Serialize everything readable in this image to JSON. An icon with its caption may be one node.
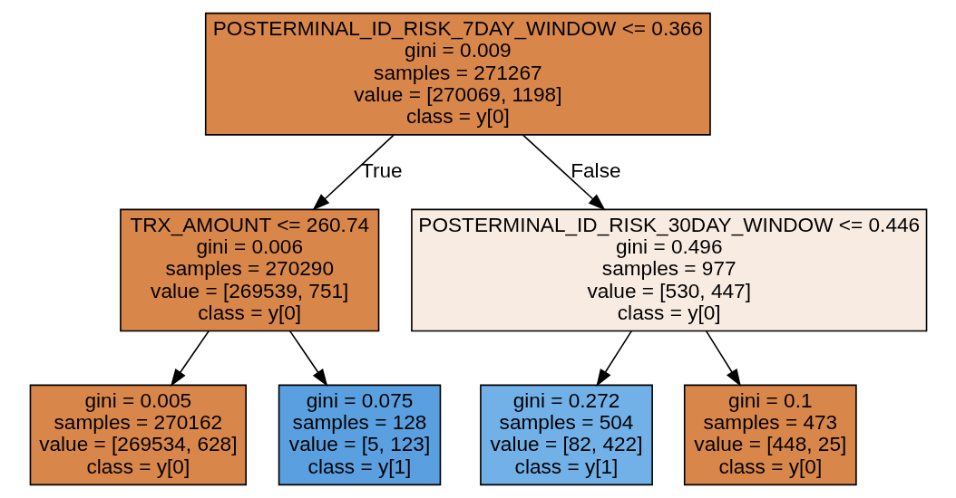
{
  "diagram": {
    "nodes": [
      {
        "text": [
          "POSTERMINAL_ID_RISK_7DAY_WINDOW <= 0.366",
          "gini = 0.009",
          "samples = 271267",
          "value = [270069, 1198]",
          "class = y[0]"
        ]
      },
      {
        "text": [
          "TRX_AMOUNT <= 260.74",
          "gini = 0.006",
          "samples = 270290",
          "value = [269539, 751]",
          "class = y[0]"
        ]
      },
      {
        "text": [
          "POSTERMINAL_ID_RISK_30DAY_WINDOW <= 0.446",
          "gini = 0.496",
          "samples = 977",
          "value = [530, 447]",
          "class = y[0]"
        ]
      },
      {
        "text": [
          "gini = 0.005",
          "samples = 270162",
          "value = [269534, 628]",
          "class = y[0]"
        ]
      },
      {
        "text": [
          "gini = 0.075",
          "samples = 128",
          "value = [5, 123]",
          "class = y[1]"
        ]
      },
      {
        "text": [
          "gini = 0.272",
          "samples = 504",
          "value = [82, 422]",
          "class = y[1]"
        ]
      },
      {
        "text": [
          "gini = 0.1",
          "samples = 473",
          "value = [448, 25]",
          "class = y[0]"
        ]
      }
    ],
    "edges": [
      {
        "from": 0,
        "to": 1,
        "arrow": "to",
        "label": "True"
      },
      {
        "from": 0,
        "to": 2,
        "arrow": "to",
        "label": "False"
      },
      {
        "from": 1,
        "to": 3,
        "arrow": "to"
      },
      {
        "from": 1,
        "to": 4,
        "arrow": "to"
      },
      {
        "from": 2,
        "to": 5,
        "arrow": "to"
      },
      {
        "from": 2,
        "to": 6,
        "arrow": "to"
      }
    ]
  }
}
